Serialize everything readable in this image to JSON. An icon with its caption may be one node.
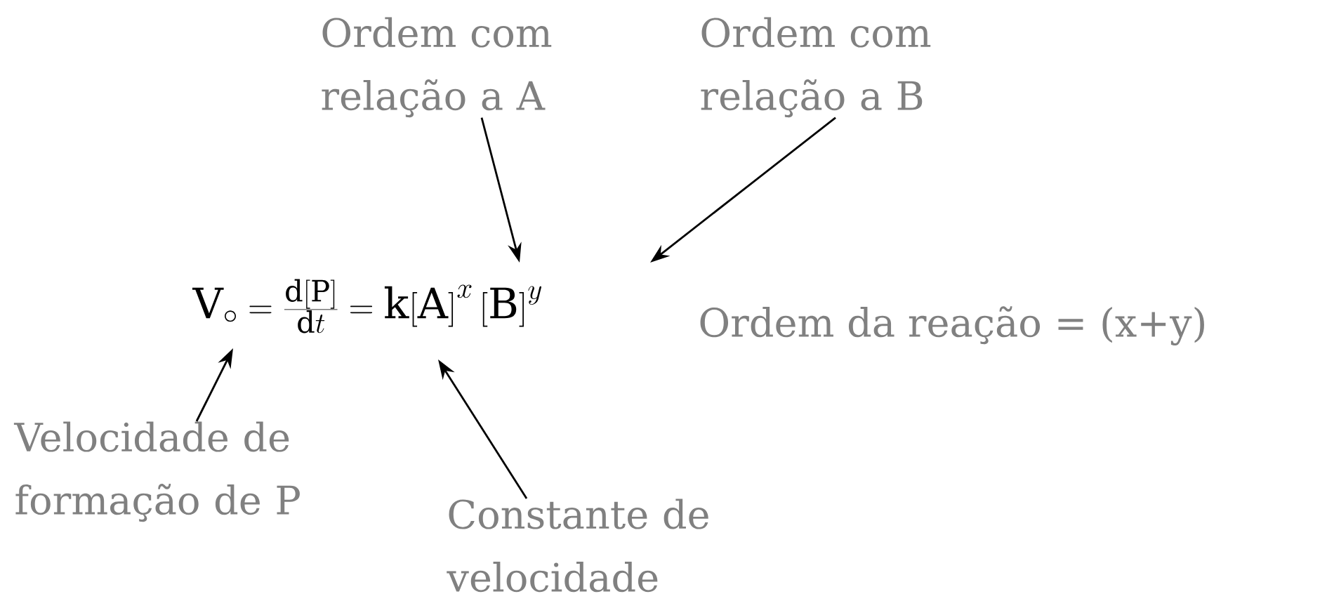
{
  "diagram": {
    "nodes": [
      {
        "text": [
          "Ordem com relação a A"
        ]
      },
      {
        "text": [
          "Ordem com relação a B"
        ]
      },
      {
        "text": [
          "Velocidade de formação de P"
        ]
      },
      {
        "text": [
          "Constante de velocidade"
        ]
      }
    ],
    "edges": [
      {
        "from": 0,
        "to": null,
        "arrow": "to"
      },
      {
        "from": 1,
        "to": null,
        "arrow": "to"
      },
      {
        "from": 2,
        "to": null,
        "arrow": "to"
      },
      {
        "from": 3,
        "to": null,
        "arrow": "to"
      }
    ],
    "labels": [
      "\\mathrm{V}_{\\circ}=\\frac{\\mathrm{d[P]}}{\\mathrm{d}t}=\\mathrm{k[A]}^{x}\\,\\mathrm{[B]}^{y}",
      "Ordem da reação = (x+y)"
    ]
  }
}
